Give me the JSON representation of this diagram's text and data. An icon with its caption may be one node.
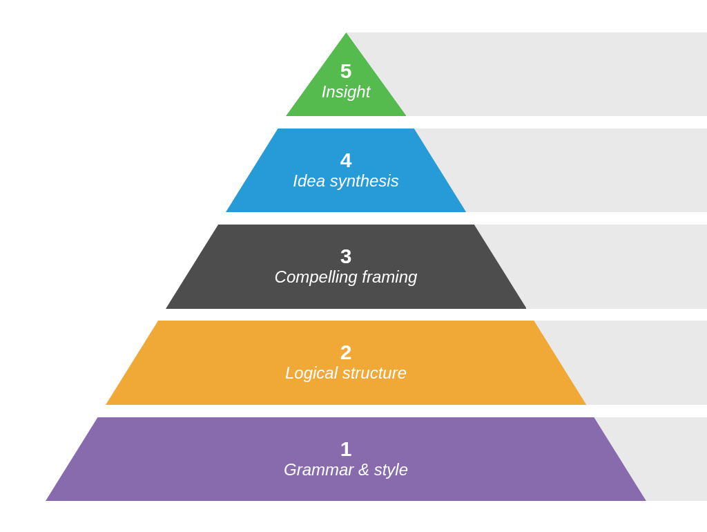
{
  "diagram": {
    "nodes": [
      {
        "text": [
          "5",
          "Insight"
        ]
      },
      {
        "text": [
          "4",
          "Idea synthesis"
        ]
      },
      {
        "text": [
          "3",
          "Compelling framing"
        ]
      },
      {
        "text": [
          "2",
          "Logical structure"
        ]
      },
      {
        "text": [
          "1",
          "Grammar & style"
        ]
      }
    ]
  }
}
